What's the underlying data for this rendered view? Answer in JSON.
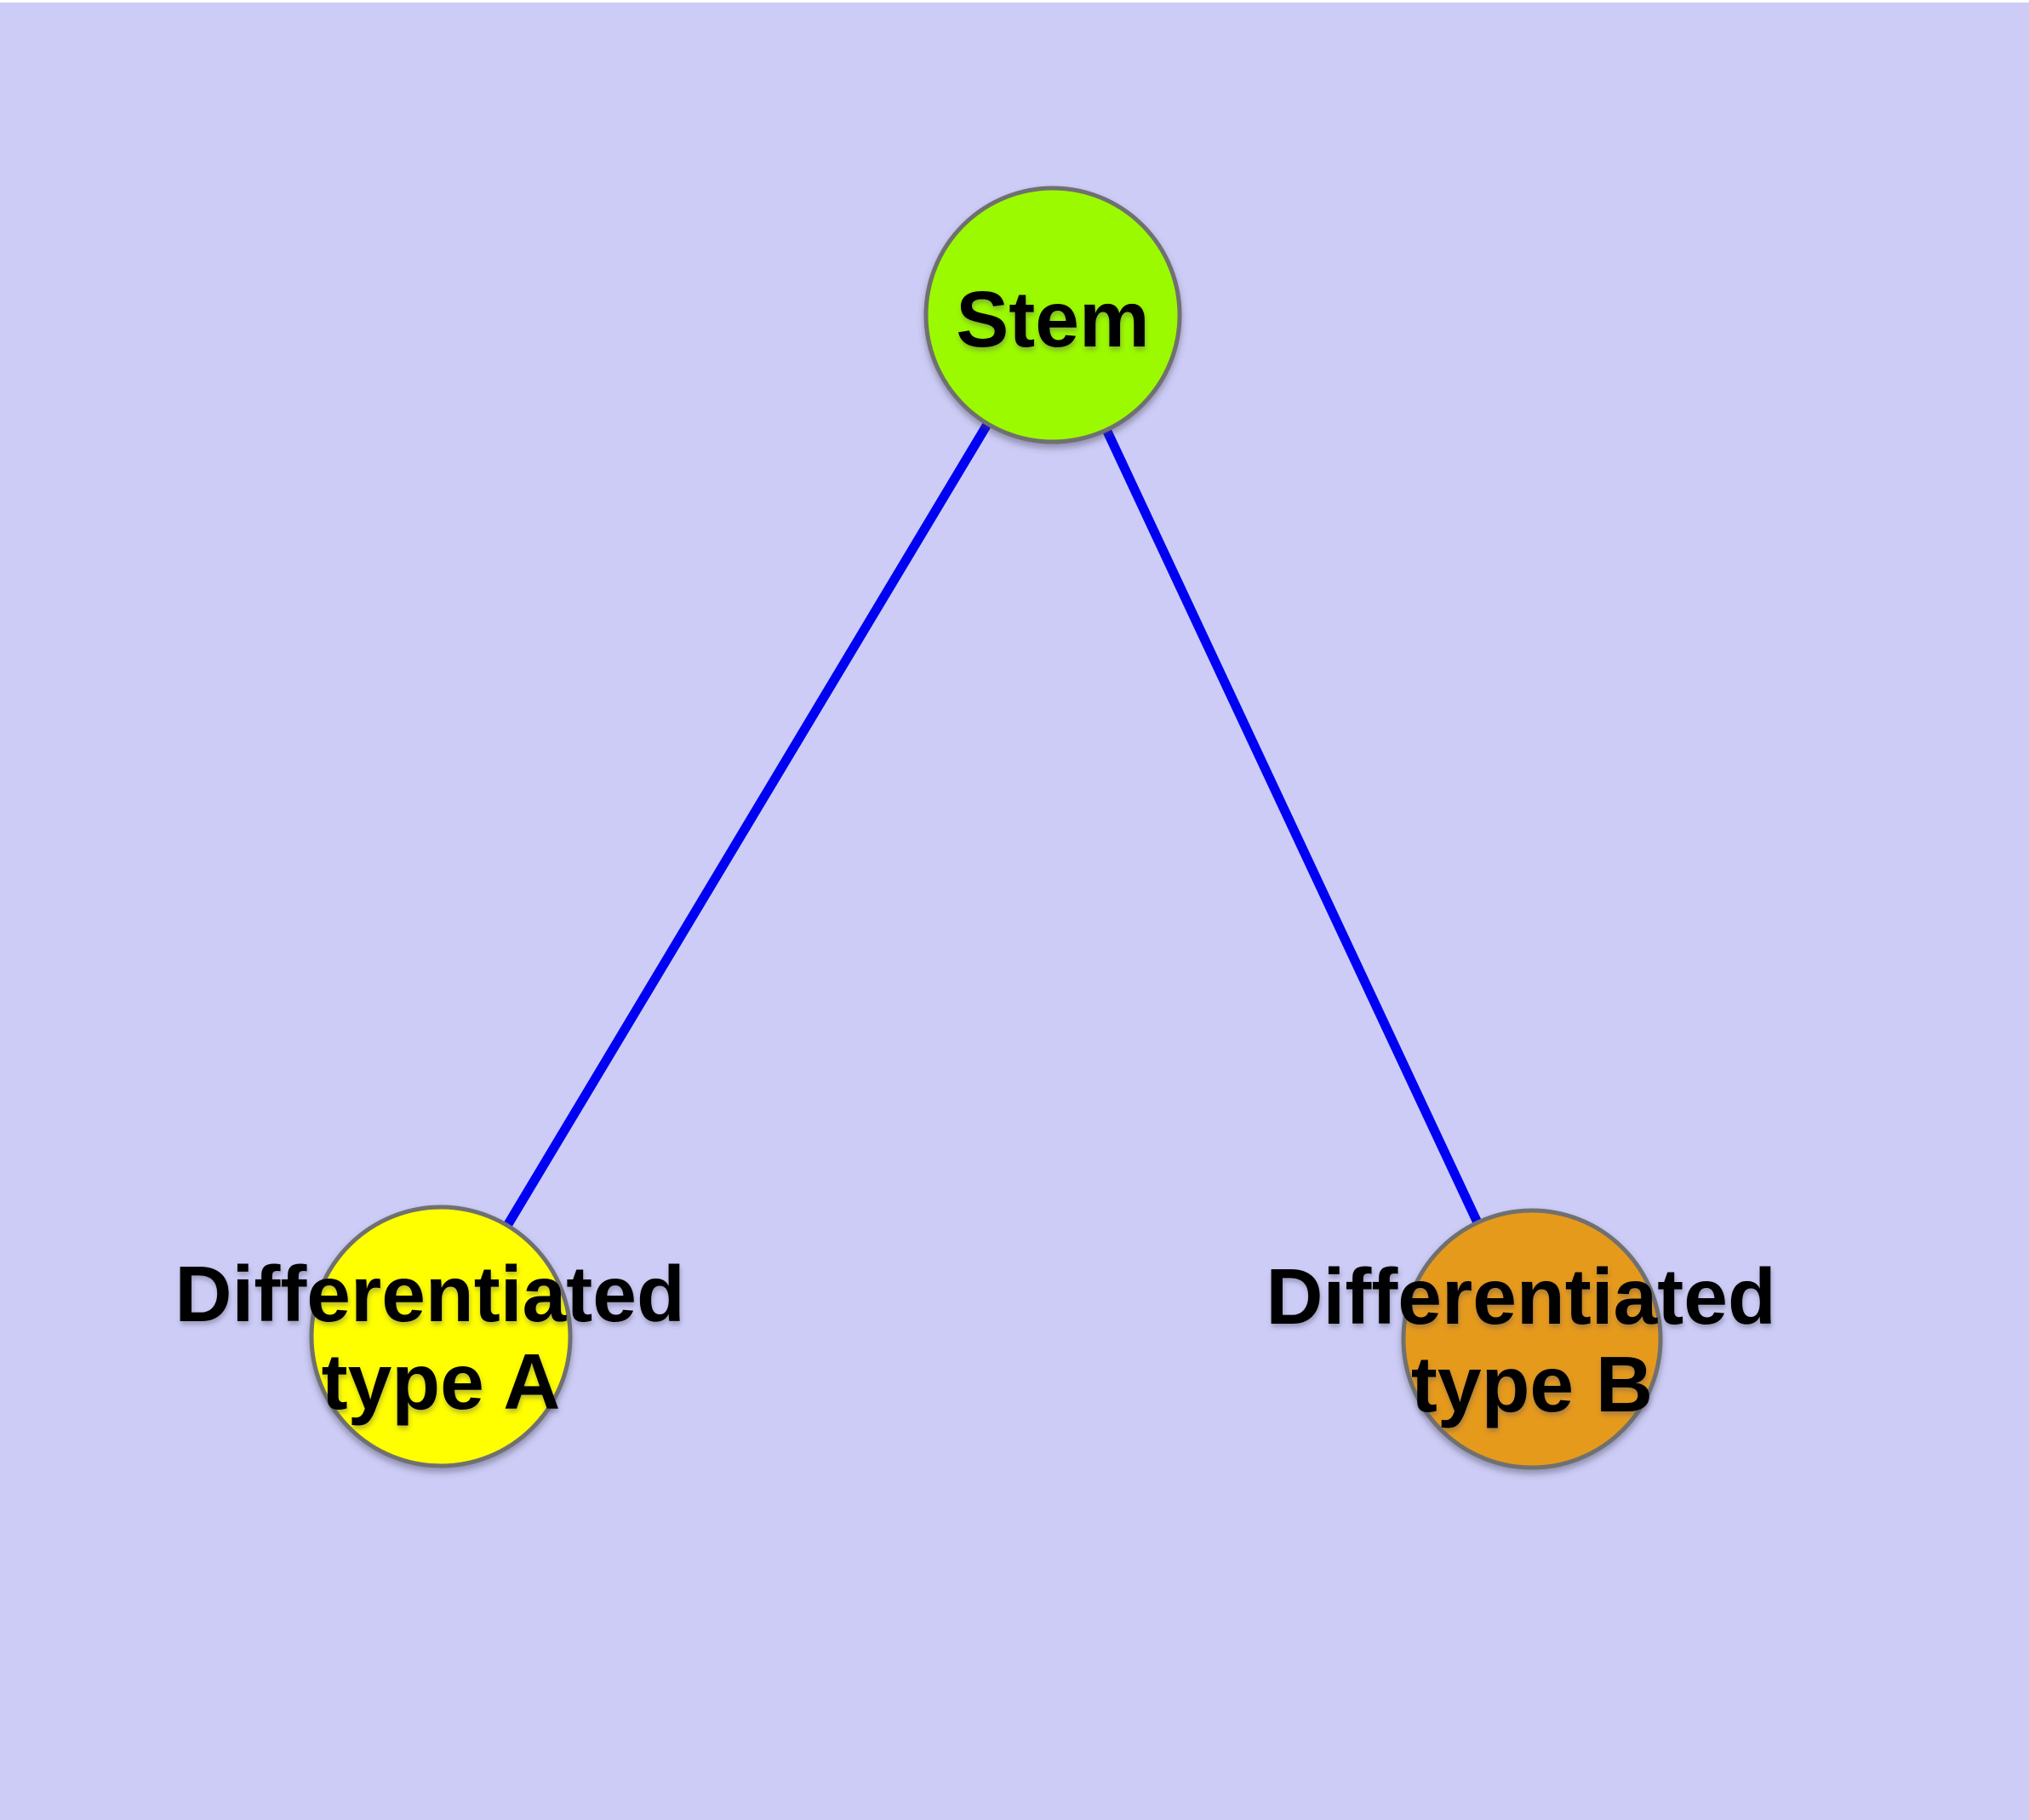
{
  "diagram": {
    "type": "graph",
    "description": "Stem cell differentiation tree: one Stem node linked by two edges to two differentiated cell type nodes",
    "colors": {
      "background": "#CCCCF6",
      "top_strip": "#FFFFFF",
      "edge": "#0000F2",
      "node_border": "#707070",
      "label_text": "#000000"
    },
    "nodes": [
      {
        "id": "stem",
        "label": "Stem",
        "line1": "Stem",
        "line2": "",
        "fill": "#9BFA00"
      },
      {
        "id": "type-a",
        "label": "Differentiated type A",
        "line1": "Differentiated",
        "line2": "type A",
        "fill": "#FFFF00"
      },
      {
        "id": "type-b",
        "label": "Differentiated type B",
        "line1": "Differentiated",
        "line2": "type B",
        "fill": "#E69A1E"
      }
    ],
    "edges": [
      {
        "from": "Stem",
        "to": "Differentiated type A"
      },
      {
        "from": "Stem",
        "to": "Differentiated type B"
      }
    ]
  }
}
